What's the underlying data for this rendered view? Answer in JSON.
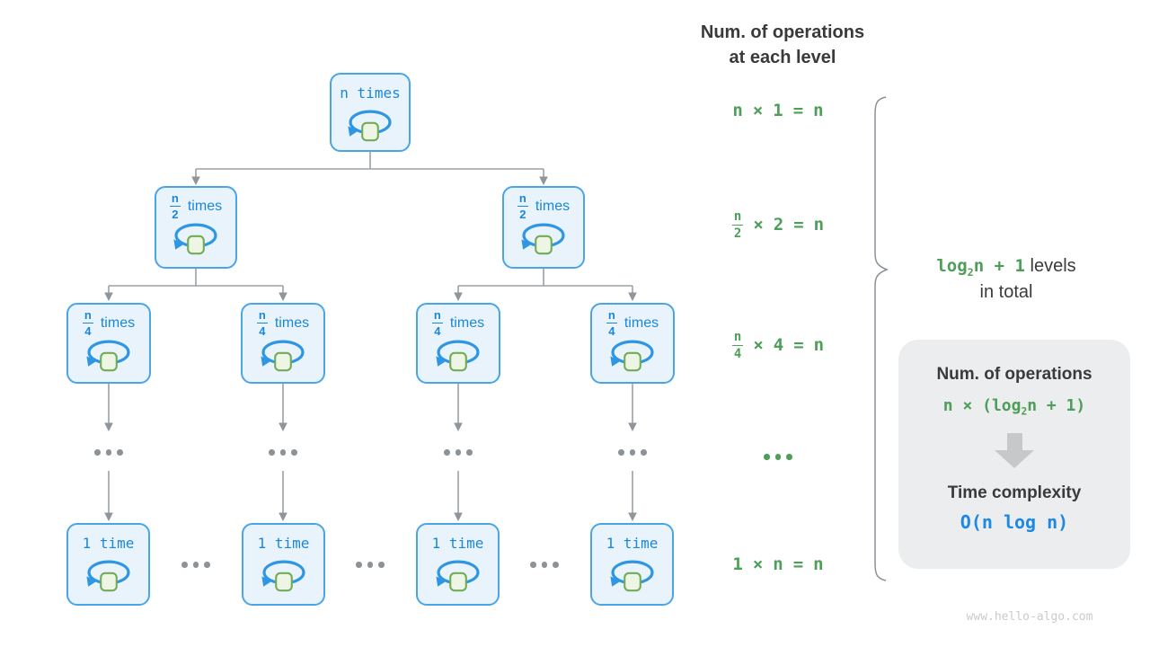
{
  "header": {
    "line1": "Num. of operations",
    "line2": "at each level"
  },
  "tree": {
    "l1": {
      "label": "n times"
    },
    "l2": {
      "num": "n",
      "den": "2",
      "word": "times"
    },
    "l3": {
      "num": "n",
      "den": "4",
      "word": "times"
    },
    "l4": {
      "label": "1 time"
    },
    "ellipsis": "..."
  },
  "right_col": {
    "rows": [
      {
        "type": "plain",
        "tokens": [
          "n",
          "×",
          "1",
          "=",
          "n"
        ]
      },
      {
        "type": "fraction",
        "num": "n",
        "den": "2",
        "tokens": [
          "×",
          "2",
          "=",
          "n"
        ]
      },
      {
        "type": "fraction",
        "num": "n",
        "den": "4",
        "tokens": [
          "×",
          "4",
          "=",
          "n"
        ]
      },
      {
        "type": "ellipsis",
        "text": "..."
      },
      {
        "type": "plain",
        "tokens": [
          "1",
          "×",
          "n",
          "=",
          "n"
        ]
      }
    ]
  },
  "brace_note": {
    "formula_pre": "log",
    "formula_sub": "2",
    "formula_post": "n + 1",
    "suffix": " levels",
    "line2": "in total"
  },
  "panel": {
    "title": "Num. of operations",
    "formula_pre": "n × (log",
    "formula_sub": "2",
    "formula_post": "n + 1)",
    "subtitle": "Time complexity",
    "complexity": "O(n log n)"
  },
  "footer": {
    "url": "www.hello-algo.com"
  },
  "colors": {
    "node_border": "#4aa5e8",
    "node_fill": "#e9f3fc",
    "node_text": "#1b87d9",
    "loop_arrow": "#2e96e2",
    "square_border": "#74ab57",
    "square_fill": "#edf5e4",
    "formula_green": "#4d9e58",
    "connector_gray": "#9aa0a4",
    "panel_bg": "#ebedee",
    "complexity_blue": "#1e88e5",
    "dark_text": "#3a3a3a"
  }
}
